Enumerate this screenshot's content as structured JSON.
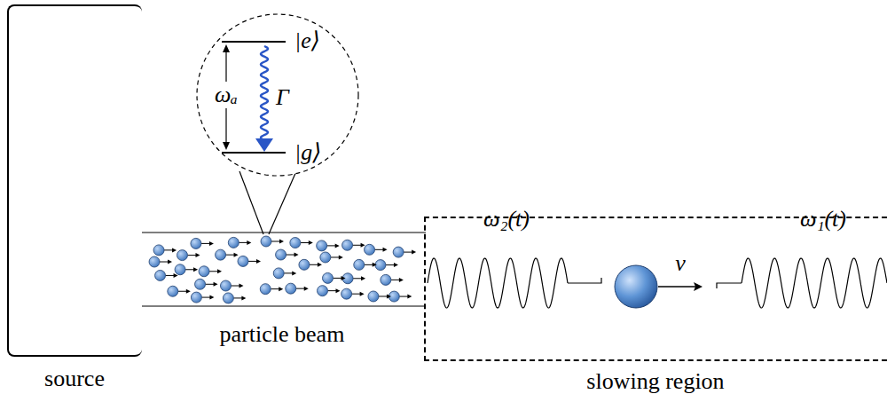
{
  "diagram": {
    "nodes": [
      {
        "text": [
          "|e⟩",
          "ωₐ",
          "Γ",
          "|g⟩"
        ]
      },
      {
        "text": [
          "source"
        ]
      },
      {
        "text": [
          "slowing region"
        ]
      }
    ],
    "labels": [
      "particle beam",
      "ω₂(t)",
      "v",
      "ω₁(t)"
    ]
  }
}
